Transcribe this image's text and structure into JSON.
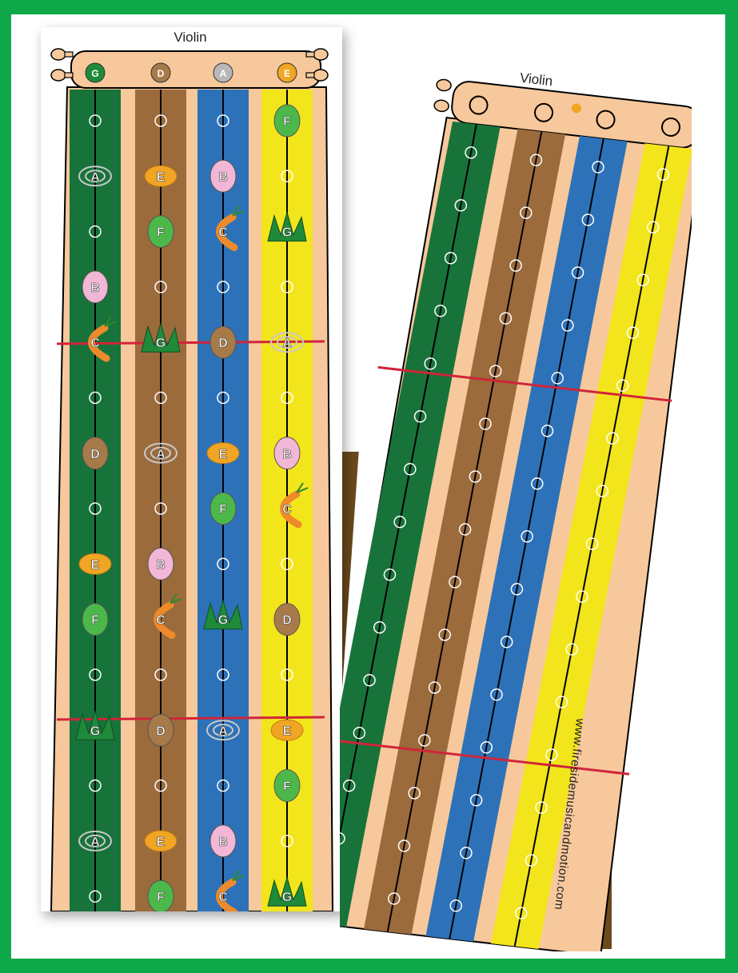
{
  "left_chart": {
    "title": "Violin",
    "open_strings": [
      {
        "label": "G",
        "icon": "grass-icon"
      },
      {
        "label": "D",
        "icon": "dog-icon"
      },
      {
        "label": "A",
        "icon": "tornado-icon"
      },
      {
        "label": "E",
        "icon": "egg-icon"
      }
    ],
    "string_colors": [
      "#17733a",
      "#9b6b3c",
      "#2d72b8",
      "#f3e51c"
    ],
    "columns": [
      [
        "",
        "A",
        "",
        "B",
        "C",
        "",
        "D",
        "",
        "E",
        "F",
        "",
        "G",
        "",
        "A",
        ""
      ],
      [
        "",
        "E",
        "F",
        "",
        "G",
        "",
        "A",
        "",
        "B",
        "C",
        "",
        "D",
        "",
        "E",
        "F"
      ],
      [
        "",
        "B",
        "C",
        "",
        "D",
        "",
        "E",
        "F",
        "",
        "G",
        "",
        "A",
        "",
        "B",
        "C"
      ],
      [
        "F",
        "",
        "G",
        "",
        "A",
        "",
        "B",
        "C",
        "",
        "D",
        "",
        "E",
        "F",
        "",
        "G"
      ]
    ]
  },
  "right_chart": {
    "title": "Violin",
    "website": "www.firesidemusicandmotion.com"
  },
  "colors": {
    "background_green": "#0fa84a",
    "peg_color": "#f7c89b",
    "fret_line": "#d0253a",
    "brown_table": "#6b4a1c"
  }
}
